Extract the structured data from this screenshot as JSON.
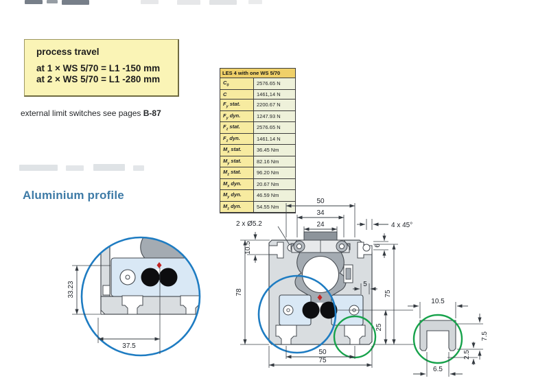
{
  "process_travel_box": {
    "title": "process travel",
    "line1": "at 1 × WS 5/70 = L1 -150 mm",
    "line2": "at 2 × WS 5/70 = L1 -280 mm"
  },
  "external_note": {
    "text": "external limit switches see pages",
    "page_ref": "B-87"
  },
  "load_table": {
    "header": "LES 4 with one WS 5/70",
    "rows": [
      {
        "base": "C",
        "sub": "0",
        "suffix": "",
        "value": "2576.65 N"
      },
      {
        "base": "C",
        "sub": "",
        "suffix": "",
        "value": "1461,14 N"
      },
      {
        "base": "F",
        "sub": "y",
        "suffix": "stat.",
        "value": "2200.67 N"
      },
      {
        "base": "F",
        "sub": "y",
        "suffix": "dyn.",
        "value": "1247.93 N"
      },
      {
        "base": "F",
        "sub": "z",
        "suffix": "stat.",
        "value": "2576.65 N"
      },
      {
        "base": "F",
        "sub": "z",
        "suffix": "dyn.",
        "value": "1461.14 N"
      },
      {
        "base": "M",
        "sub": "x",
        "suffix": "stat.",
        "value": "36.45 Nm"
      },
      {
        "base": "M",
        "sub": "y",
        "suffix": "stat.",
        "value": "82.16 Nm"
      },
      {
        "base": "M",
        "sub": "z",
        "suffix": "stat.",
        "value": "96.20 Nm"
      },
      {
        "base": "M",
        "sub": "x",
        "suffix": "dyn.",
        "value": "20.67 Nm"
      },
      {
        "base": "M",
        "sub": "y",
        "suffix": "dyn.",
        "value": "46.59 Nm"
      },
      {
        "base": "M",
        "sub": "z",
        "suffix": "dyn.",
        "value": "54.55 Nm"
      }
    ]
  },
  "section_heading": "Aluminium profile",
  "drawings": {
    "left_detail": {
      "height_dim": "33.23",
      "width_dim": "37.5"
    },
    "main": {
      "top_width": "50",
      "mid_width": "34",
      "inner_width": "24",
      "holes_label": "2 x Ø5.2",
      "chamfer_label": "4 x 45°",
      "slot_depth": "10.5",
      "total_height": "78",
      "right_slot": "6",
      "side_step": "5",
      "right_height": "75",
      "roller_to_bottom": "25",
      "slot_spacing": "50",
      "total_width": "75"
    },
    "right_detail": {
      "slot_width": "10.5",
      "slot_height": "7.5",
      "foot_height": "2.5",
      "opening_width": "6.5"
    }
  },
  "colors": {
    "highlight_box": "#faf4b6",
    "table_header": "#efd069",
    "table_label_cell": "#f7eba0",
    "table_value_cell": "#eef1da",
    "heading_blue": "#3d7aa6",
    "detail_circle_blue": "#1e7cc2",
    "detail_circle_green": "#17a24b",
    "profile_gray": "#d9dde0",
    "carriage_plate_blue": "#d9e8f5",
    "marker_red": "#c32424"
  }
}
